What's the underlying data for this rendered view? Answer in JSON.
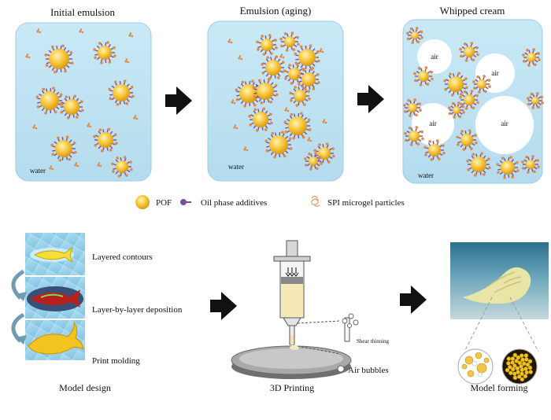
{
  "panels": {
    "initial": {
      "title": "Initial emulsion",
      "water": "water"
    },
    "aging": {
      "title": "Emulsion (aging)",
      "water": "water"
    },
    "whipped": {
      "title": "Whipped cream",
      "water": "water",
      "air": "air"
    }
  },
  "legend": {
    "pof": "POF",
    "additives": "Oil phase additives",
    "spi": "SPI microgel particles"
  },
  "design": {
    "steps": [
      "Layered contours",
      "Layer-by-layer deposition",
      "Print molding"
    ],
    "caption": "Model design"
  },
  "printing": {
    "caption": "3D Printing",
    "shear": "Shear thinning",
    "bubbles": "Air bubbles"
  },
  "forming": {
    "caption": "Model forming"
  },
  "colors": {
    "panel_bg": "#bfe4f2",
    "oil_droplet": "#f5c242",
    "additive": "#7b4d9e",
    "spi": "#e08a4a",
    "arrow": "#111111"
  }
}
